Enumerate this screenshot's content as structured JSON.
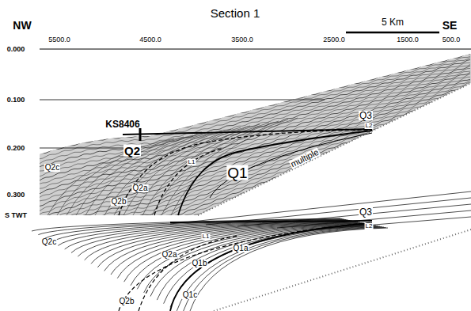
{
  "diagram": {
    "title": "Section 1",
    "labels": [
      "NW",
      "SE",
      "5 Km",
      "5500.0",
      "4500.0",
      "3500.0",
      "2500.0",
      "1500.0",
      "500.0",
      "0.000",
      "0.100",
      "0.200",
      "0.300",
      "S TWT",
      "KS8406",
      "Q3",
      "L2",
      "Q2",
      "L1",
      "Q1",
      "multiple",
      "Q2c",
      "Q2b",
      "Q2a",
      "Q3",
      "L2",
      "L1",
      "Q2c",
      "Q2a",
      "Q1b",
      "Q1a",
      "Q2b",
      "Q1c"
    ]
  }
}
